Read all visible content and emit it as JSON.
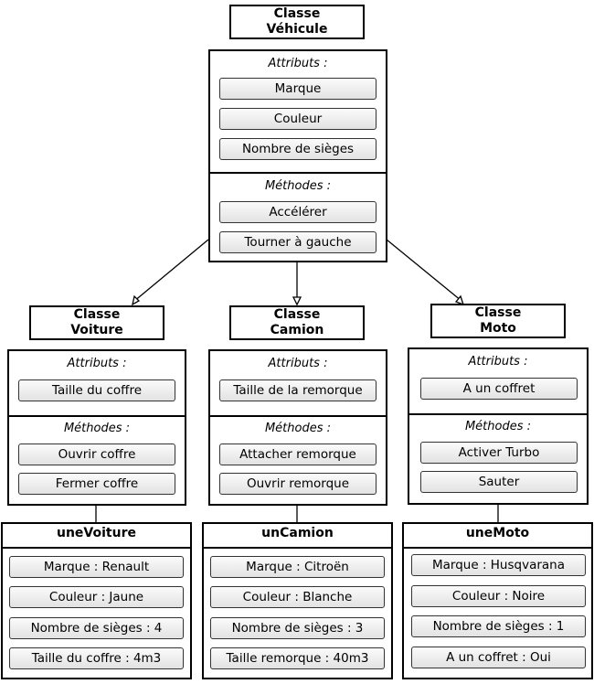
{
  "vehicule": {
    "title_line1": "Classe",
    "title_line2": "Véhicule",
    "attributes_label": "Attributs :",
    "attributes": [
      "Marque",
      "Couleur",
      "Nombre de sièges"
    ],
    "methods_label": "Méthodes :",
    "methods": [
      "Accélérer",
      "Tourner à gauche"
    ]
  },
  "voiture": {
    "title_line1": "Classe",
    "title_line2": "Voiture",
    "attributes_label": "Attributs :",
    "attributes": [
      "Taille du coffre"
    ],
    "methods_label": "Méthodes :",
    "methods": [
      "Ouvrir coffre",
      "Fermer coffre"
    ]
  },
  "camion": {
    "title_line1": "Classe",
    "title_line2": "Camion",
    "attributes_label": "Attributs :",
    "attributes": [
      "Taille de la remorque"
    ],
    "methods_label": "Méthodes :",
    "methods": [
      "Attacher remorque",
      "Ouvrir remorque"
    ]
  },
  "moto": {
    "title_line1": "Classe",
    "title_line2": "Moto",
    "attributes_label": "Attributs :",
    "attributes": [
      "A un coffret"
    ],
    "methods_label": "Méthodes :",
    "methods": [
      "Activer Turbo",
      "Sauter"
    ]
  },
  "instances": {
    "voiture": {
      "name": "uneVoiture",
      "values": [
        "Marque : Renault",
        "Couleur : Jaune",
        "Nombre de sièges : 4",
        "Taille du coffre : 4m3"
      ]
    },
    "camion": {
      "name": "unCamion",
      "values": [
        "Marque : Citroën",
        "Couleur : Blanche",
        "Nombre de sièges : 3",
        "Taille remorque : 40m3"
      ]
    },
    "moto": {
      "name": "uneMoto",
      "values": [
        "Marque : Husqvarana",
        "Couleur : Noire",
        "Nombre de sièges : 1",
        "A un coffret : Oui"
      ]
    }
  }
}
